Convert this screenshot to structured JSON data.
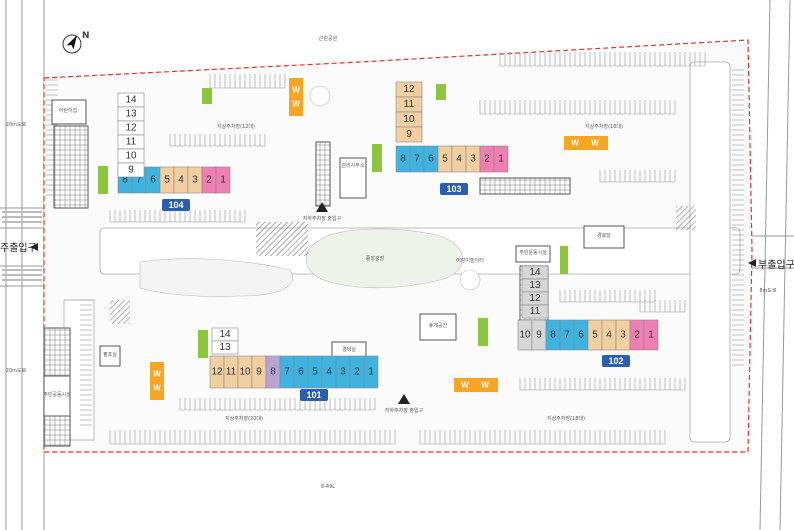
{
  "map": {
    "entrances": {
      "main": "주출입구",
      "sub": "부출입구"
    },
    "roads": {
      "top": "근린공원",
      "bottom": "8-49L",
      "left_upper": "20m도로",
      "left_lower": "20m도로",
      "right": "8m도로"
    },
    "buildings": [
      {
        "label": "104",
        "units": [
          "8",
          "7",
          "6",
          "5",
          "4",
          "3",
          "2",
          "1"
        ],
        "upper": [
          "14",
          "13",
          "12",
          "11",
          "10",
          "9"
        ]
      },
      {
        "label": "103",
        "units": [
          "8",
          "7",
          "6",
          "5",
          "4",
          "3",
          "2",
          "1"
        ],
        "upper": [
          "12",
          "11",
          "10",
          "9"
        ]
      },
      {
        "label": "102",
        "units": [
          "10",
          "9",
          "8",
          "7",
          "6",
          "5",
          "4",
          "3",
          "2",
          "1"
        ],
        "upper": [
          "14",
          "13",
          "12",
          "11"
        ]
      },
      {
        "label": "101",
        "units": [
          "12",
          "11",
          "10",
          "9",
          "8",
          "7",
          "6",
          "5",
          "4",
          "3",
          "2",
          "1"
        ],
        "upper": [
          "14",
          "13"
        ]
      }
    ],
    "unit_colors": {
      "cyan": "#3fb3e0",
      "tan": "#f2cfa0",
      "pink": "#ee7fb2",
      "purple": "#b9a3d3",
      "lightgray": "#d7d7d7"
    },
    "facility_labels": {
      "senior_center": "경로당",
      "kindergarten": "어린이집",
      "management": "관리사무소",
      "community": "주민공동시설",
      "playground": "어린이놀이터",
      "residents_hall": "주민운동시설",
      "pump_room": "펌프실",
      "guard": "경비실"
    },
    "parking_labels": {
      "p1": "지상주차장(12대)",
      "p2": "지상주차장(16대)",
      "p3": "지상주차장(20대)",
      "p4": "지상주차장(18대)",
      "p5": "지하주차장 출입구",
      "p6": "지하주차장 출입구"
    },
    "small_labels": {
      "w": "W",
      "plaza": "중앙광장",
      "rest": "휴게공간"
    },
    "compass": "N"
  }
}
